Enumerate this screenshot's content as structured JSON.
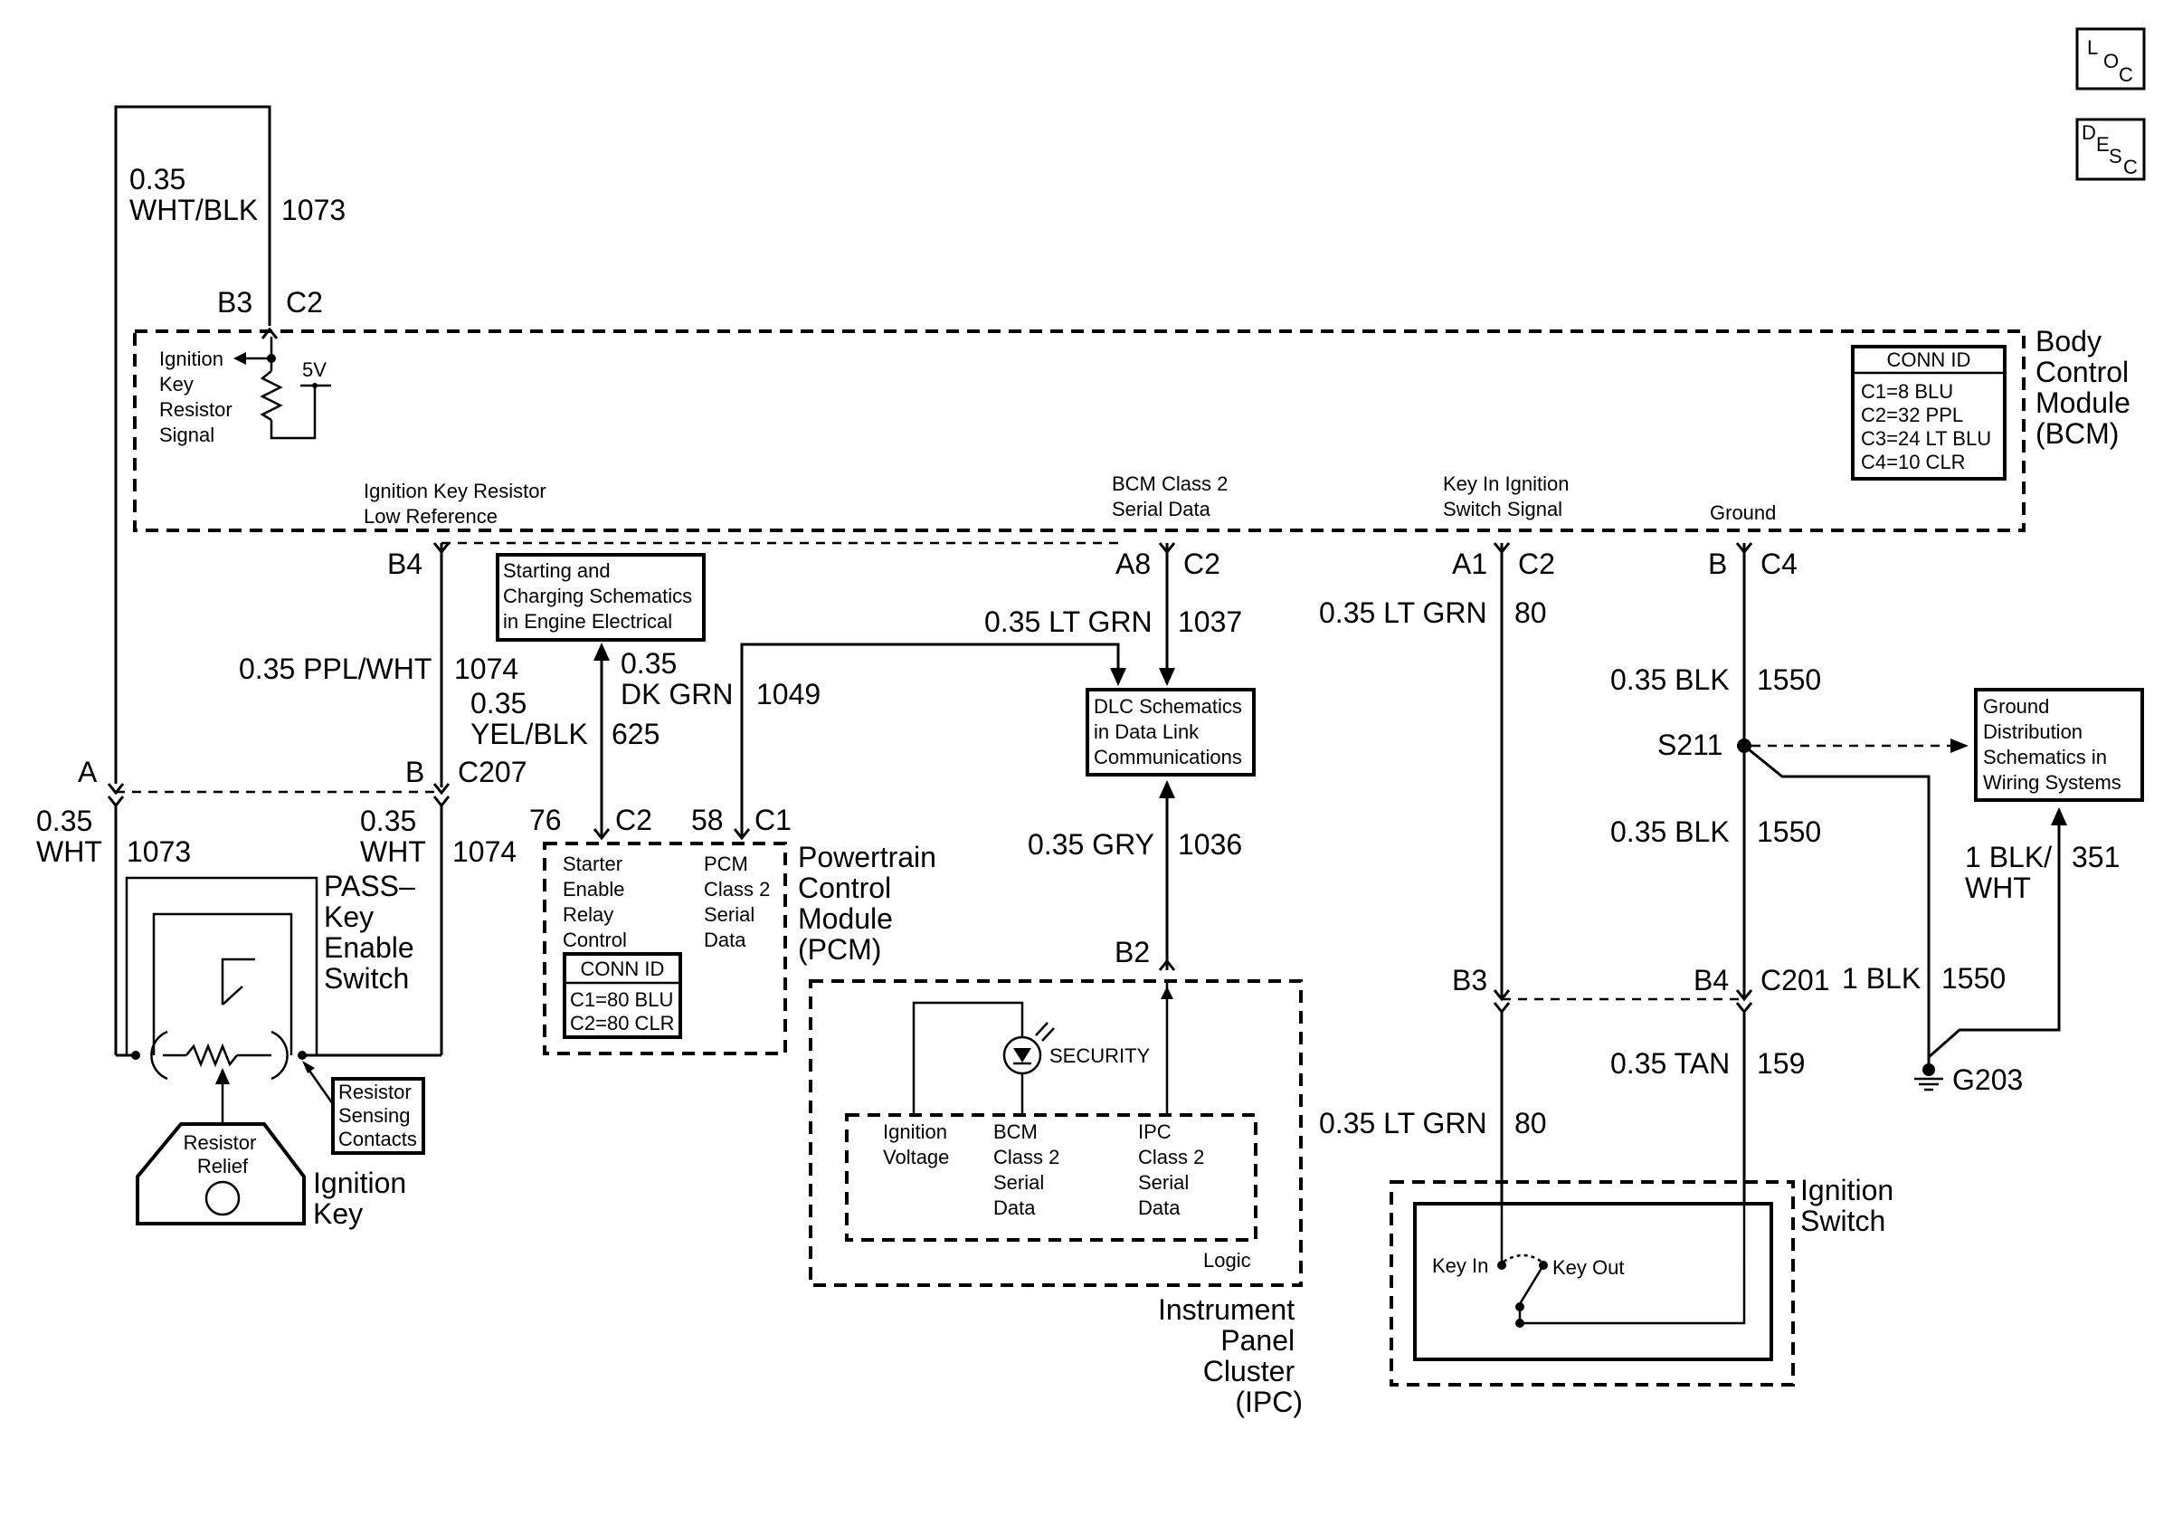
{
  "nav_icons": {
    "loc": {
      "l1": "L",
      "l2": "O",
      "l3": "C"
    },
    "desc": {
      "l1": "D",
      "l2": "E",
      "l3": "S",
      "l4": "C"
    }
  },
  "bcm": {
    "name_lines": [
      "Body",
      "Control",
      "Module",
      "(BCM)"
    ],
    "conn_id_title": "CONN ID",
    "conn_ids": [
      "C1=8 BLU",
      "C2=32 PPL",
      "C3=24 LT BLU",
      "C4=10 CLR"
    ],
    "ignition_key_signal_lines": [
      "Ignition",
      "Key",
      "Resistor",
      "Signal"
    ],
    "voltage": "5V",
    "low_ref_lines": [
      "Ignition Key Resistor",
      "Low Reference"
    ],
    "serial_data_lines": [
      "BCM Class 2",
      "Serial Data"
    ],
    "key_in_lines": [
      "Key In Ignition",
      "Switch Signal"
    ],
    "ground_label": "Ground"
  },
  "pins": {
    "b3_top": "B3",
    "c2_top": "C2",
    "b4_bcm": "B4",
    "a8": "A8",
    "c2_a8": "C2",
    "a1": "A1",
    "c2_a1": "C2",
    "b_c4": "B",
    "c4": "C4",
    "c207_a": "A",
    "c207_b": "B",
    "c207": "C207",
    "pcm_76": "76",
    "pcm_c2": "C2",
    "pcm_58": "58",
    "pcm_c1": "C1",
    "ipc_b2": "B2",
    "c201_b3": "B3",
    "c201_b4": "B4",
    "c201": "C201"
  },
  "wires": {
    "w1073_gauge": "0.35",
    "w1073_color": "WHT/BLK",
    "w1073_circuit": "1073",
    "w1074_ppl": "0.35 PPL/WHT",
    "w1074_ppl_circuit": "1074",
    "w625_gauge": "0.35",
    "w625_color": "YEL/BLK",
    "w625_circuit": "625",
    "w1049_gauge": "0.35",
    "w1049_color": "DK GRN",
    "w1049_circuit": "1049",
    "w1037": "0.35 LT GRN",
    "w1037_circuit": "1037",
    "w1036": "0.35 GRY",
    "w1036_circuit": "1036",
    "w80_top": "0.35 LT GRN",
    "w80_top_circuit": "80",
    "w80_bottom": "0.35 LT GRN",
    "w80_bottom_circuit": "80",
    "w1550_a": "0.35 BLK",
    "w1550_a_circuit": "1550",
    "w1550_b": "0.35 BLK",
    "w1550_b_circuit": "1550",
    "w1550_c": "1 BLK",
    "w1550_c_circuit": "1550",
    "w351_gauge": "1 BLK/",
    "w351_color": "WHT",
    "w351_circuit": "351",
    "w159": "0.35 TAN",
    "w159_circuit": "159",
    "w1073_wht_gauge": "0.35",
    "w1073_wht_color": "WHT",
    "w1073_wht_circuit": "1073",
    "w1074_wht_gauge": "0.35",
    "w1074_wht_color": "WHT",
    "w1074_wht_circuit": "1074"
  },
  "refs": {
    "starting": [
      "Starting and",
      "Charging Schematics",
      "in Engine Electrical"
    ],
    "dlc": [
      "DLC Schematics",
      "in Data Link",
      "Communications"
    ],
    "ground_dist": [
      "Ground",
      "Distribution",
      "Schematics in",
      "Wiring Systems"
    ]
  },
  "splice": "S211",
  "ground_point": "G203",
  "pcm": {
    "name_lines": [
      "Powertrain",
      "Control",
      "Module",
      "(PCM)"
    ],
    "starter_lines": [
      "Starter",
      "Enable",
      "Relay",
      "Control"
    ],
    "serial_lines": [
      "PCM",
      "Class 2",
      "Serial",
      "Data"
    ],
    "conn_id_title": "CONN ID",
    "conn_ids": [
      "C1=80 BLU",
      "C2=80 CLR"
    ]
  },
  "ipc": {
    "name_lines": [
      "Instrument",
      "Panel",
      "Cluster",
      "(IPC)"
    ],
    "security": "SECURITY",
    "ign_voltage_lines": [
      "Ignition",
      "Voltage"
    ],
    "bcm_serial_lines": [
      "BCM",
      "Class 2",
      "Serial",
      "Data"
    ],
    "ipc_serial_lines": [
      "IPC",
      "Class 2",
      "Serial",
      "Data"
    ],
    "logic": "Logic"
  },
  "passkey": {
    "name_lines": [
      "PASS–",
      "Key",
      "Enable",
      "Switch"
    ],
    "sensing_lines": [
      "Resistor",
      "Sensing",
      "Contacts"
    ],
    "relief_lines": [
      "Resistor",
      "Relief"
    ],
    "key_lines": [
      "Ignition",
      "Key"
    ]
  },
  "ignition_switch": {
    "name_lines": [
      "Ignition",
      "Switch"
    ],
    "key_in": "Key In",
    "key_out": "Key Out"
  }
}
